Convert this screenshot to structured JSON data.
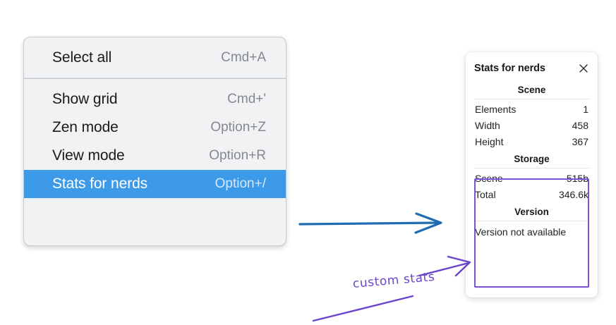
{
  "menu": {
    "groups": [
      {
        "items": [
          {
            "label": "Select all",
            "shortcut": "Cmd+A",
            "selected": false
          }
        ]
      },
      {
        "items": [
          {
            "label": "Show grid",
            "shortcut": "Cmd+'",
            "selected": false
          },
          {
            "label": "Zen mode",
            "shortcut": "Option+Z",
            "selected": false
          },
          {
            "label": "View mode",
            "shortcut": "Option+R",
            "selected": false
          },
          {
            "label": "Stats for nerds",
            "shortcut": "Option+/",
            "selected": true
          }
        ]
      }
    ]
  },
  "panel": {
    "title": "Stats for nerds",
    "close_icon": "close-icon",
    "scene": {
      "heading": "Scene",
      "rows": [
        {
          "label": "Elements",
          "value": "1"
        },
        {
          "label": "Width",
          "value": "458"
        },
        {
          "label": "Height",
          "value": "367"
        }
      ]
    },
    "storage": {
      "heading": "Storage",
      "rows": [
        {
          "label": "Scene",
          "value": "515b"
        },
        {
          "label": "Total",
          "value": "346.6k"
        }
      ]
    },
    "version": {
      "heading": "Version",
      "text": "Version not available"
    }
  },
  "annotations": {
    "custom_stats_label": "custom stats",
    "blue_arrow": "arrow-right-icon",
    "purple_arrow": "arrow-pointer-icon"
  },
  "colors": {
    "menu_selection": "#3d9ae8",
    "annotation_purple": "#6a45cc",
    "highlight_border": "#7b52d3",
    "blue_arrow": "#1f6cb0",
    "menu_bg": "#f1f2f4"
  }
}
